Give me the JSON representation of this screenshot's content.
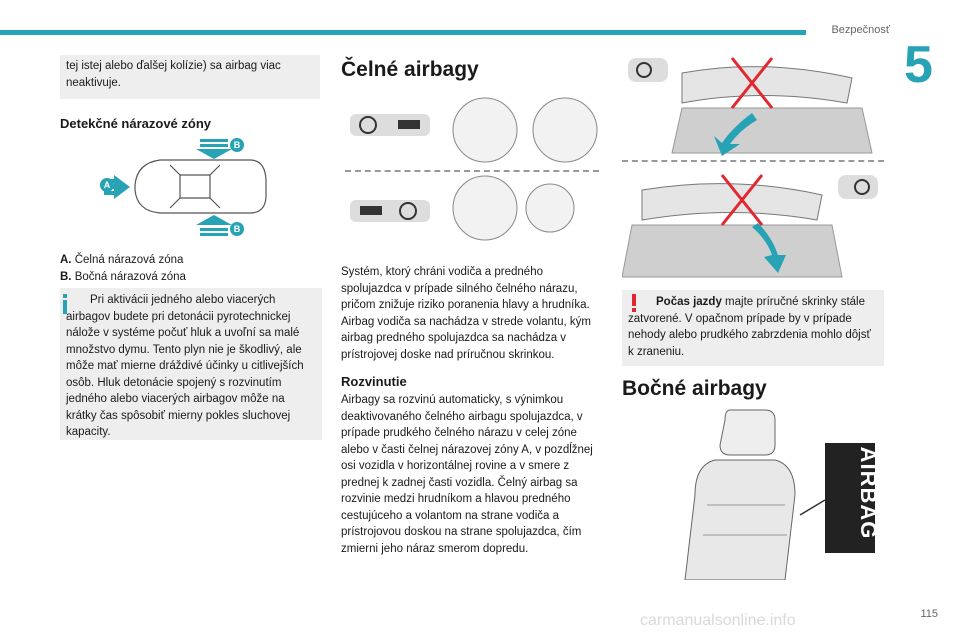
{
  "header": {
    "section": "Bezpečnosť",
    "chapter": "5"
  },
  "col1": {
    "note_top": "tej istej alebo ďalšej kolízie) sa airbag viac neaktivuje.",
    "zones_heading": "Detekčné nárazové zóny",
    "zone_a_letter": "A.",
    "zone_a_text": "Čelná nárazová zóna",
    "zone_b_letter": "B.",
    "zone_b_text": "Bočná nárazová zóna",
    "callout_label_a": "A",
    "callout_label_b": "B",
    "info_text": "Pri aktivácii jedného alebo viacerých airbagov budete pri detonácii pyrotechnickej nálože v systéme počuť hluk a uvoľní sa malé množstvo dymu. Tento plyn nie je škodlivý, ale môže mať mierne dráždivé účinky u citlivejších osôb. Hluk detonácie spojený s rozvinutím jedného alebo viacerých airbagov môže na krátky čas spôsobiť mierny pokles sluchovej kapacity."
  },
  "col2": {
    "heading": "Čelné airbagy",
    "intro": "Systém, ktorý chráni vodiča a predného spolujazdca v prípade silného čelného nárazu, pričom znižuje riziko poranenia hlavy a hrudníka. Airbag vodiča sa nachádza v strede volantu, kým airbag predného spolujazdca sa nachádza v prístrojovej doske nad príručnou skrinkou.",
    "deploy_heading": "Rozvinutie",
    "deploy_text": "Airbagy sa rozvinú automaticky, s výnimkou deaktivovaného čelného airbagu spolujazdca, v prípade prudkého čelného nárazu v celej zóne alebo v časti čelnej nárazovej zóny A, v pozdĺžnej osi vozidla v horizontálnej rovine a v smere z prednej k zadnej časti vozidla. Čelný airbag sa rozvinie medzi hrudníkom a hlavou predného cestujúceho a volantom na strane vodiča a prístrojovou doskou na strane spolujazdca, čím zmierni jeho náraz smerom dopredu."
  },
  "col3": {
    "warning_bold": "Počas jazdy",
    "warning_text": " majte príručné skrinky stále zatvorené. V opačnom prípade by v prípade nehody alebo prudkého zabrzdenia mohlo dôjsť k zraneniu.",
    "side_heading": "Bočné airbagy",
    "airbag_label": "AIRBAG"
  },
  "footer": {
    "page": "115",
    "watermark": "carmanualsonline.info"
  },
  "colors": {
    "accent": "#27a3b5",
    "warning": "#e3272e",
    "box": "#eeeeee"
  }
}
